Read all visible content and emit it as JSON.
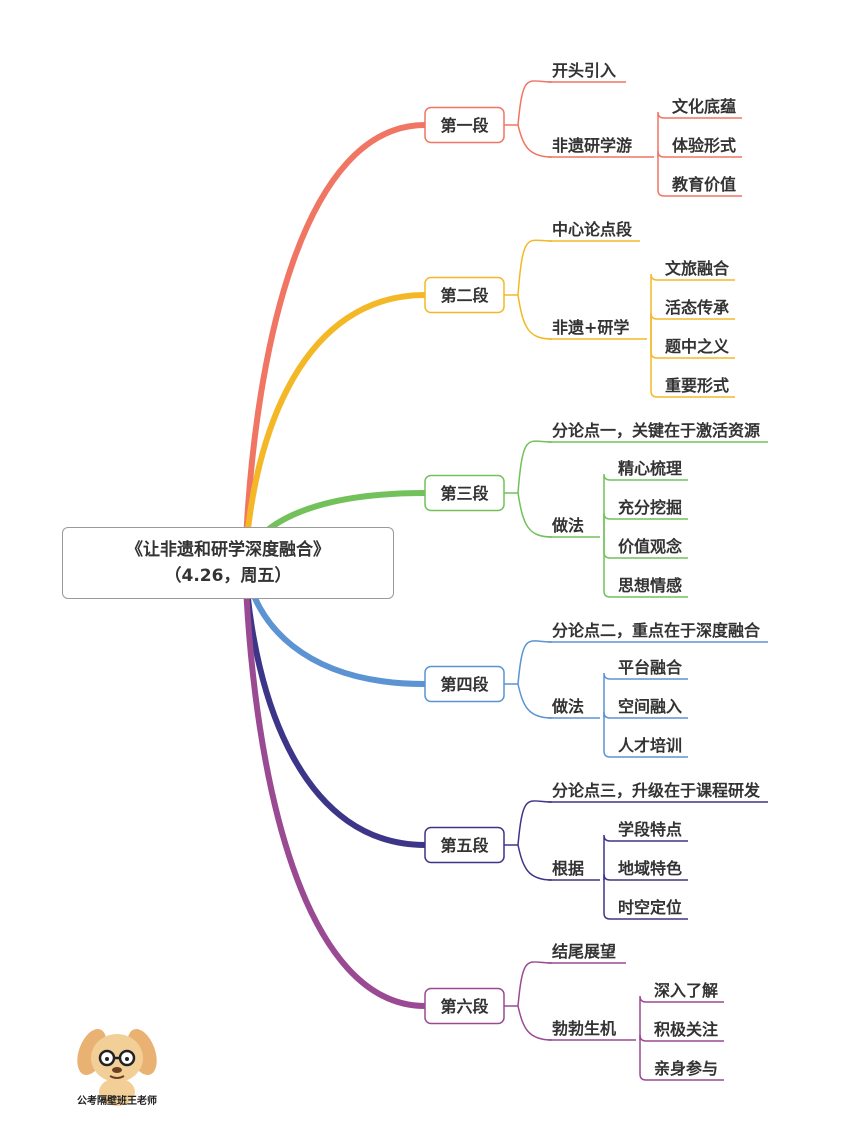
{
  "root": {
    "title": "《让非遗和研学深度融合》（4.26，周五）"
  },
  "branches": [
    {
      "label": "第一段",
      "color": "#f07563",
      "children": [
        {
          "label": "开头引入",
          "children": []
        },
        {
          "label": "非遗研学游",
          "children": [
            "文化底蕴",
            "体验形式",
            "教育价值"
          ]
        }
      ]
    },
    {
      "label": "第二段",
      "color": "#f4b827",
      "children": [
        {
          "label": "中心论点段",
          "children": []
        },
        {
          "label": "非遗+研学",
          "children": [
            "文旅融合",
            "活态传承",
            "题中之义",
            "重要形式"
          ]
        }
      ]
    },
    {
      "label": "第三段",
      "color": "#72c15a",
      "children": [
        {
          "label": "分论点一，关键在于激活资源",
          "children": []
        },
        {
          "label": "做法",
          "children": [
            "精心梳理",
            "充分挖掘",
            "价值观念",
            "思想情感"
          ]
        }
      ]
    },
    {
      "label": "第四段",
      "color": "#5b93d3",
      "children": [
        {
          "label": "分论点二，重点在于深度融合",
          "children": []
        },
        {
          "label": "做法",
          "children": [
            "平台融合",
            "空间融入",
            "人才培训"
          ]
        }
      ]
    },
    {
      "label": "第五段",
      "color": "#3d3588",
      "children": [
        {
          "label": "分论点三，升级在于课程研发",
          "children": []
        },
        {
          "label": "根据",
          "children": [
            "学段特点",
            "地域特色",
            "时空定位"
          ]
        }
      ]
    },
    {
      "label": "第六段",
      "color": "#9a4a92",
      "children": [
        {
          "label": "结尾展望",
          "children": []
        },
        {
          "label": "勃勃生机",
          "children": [
            "深入了解",
            "积极关注",
            "亲身参与"
          ]
        }
      ]
    }
  ],
  "watermark": {
    "text": "公考隔壁班王老师"
  }
}
